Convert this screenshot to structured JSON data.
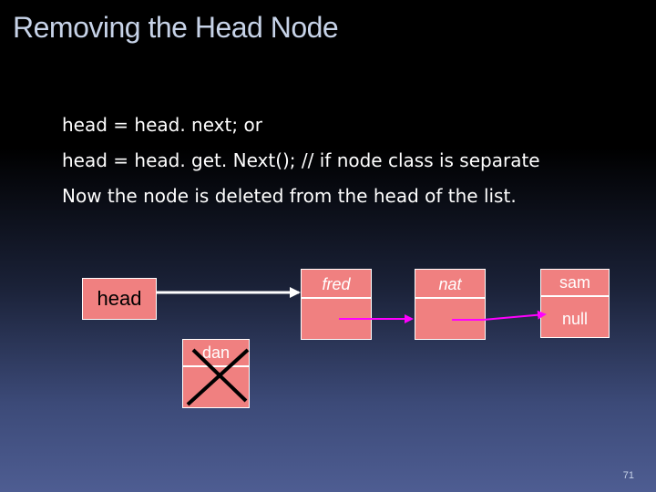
{
  "title": "Removing the Head Node",
  "lines": [
    "head  =  head. next;  or",
    "head = head. get. Next(); // if  node class is separate",
    "Now the node is deleted from the head of the list."
  ],
  "diagram": {
    "head_label": "head",
    "nodes": {
      "fred": {
        "value": "fred"
      },
      "nat": {
        "value": "nat"
      },
      "sam": {
        "value": "sam",
        "next": "null"
      },
      "dan": {
        "value": "dan"
      }
    },
    "colors": {
      "node_fill": "#f08080",
      "border": "#ffffff",
      "arrow": "#ff00ff",
      "cross": "#000000"
    }
  },
  "page_number": "71"
}
